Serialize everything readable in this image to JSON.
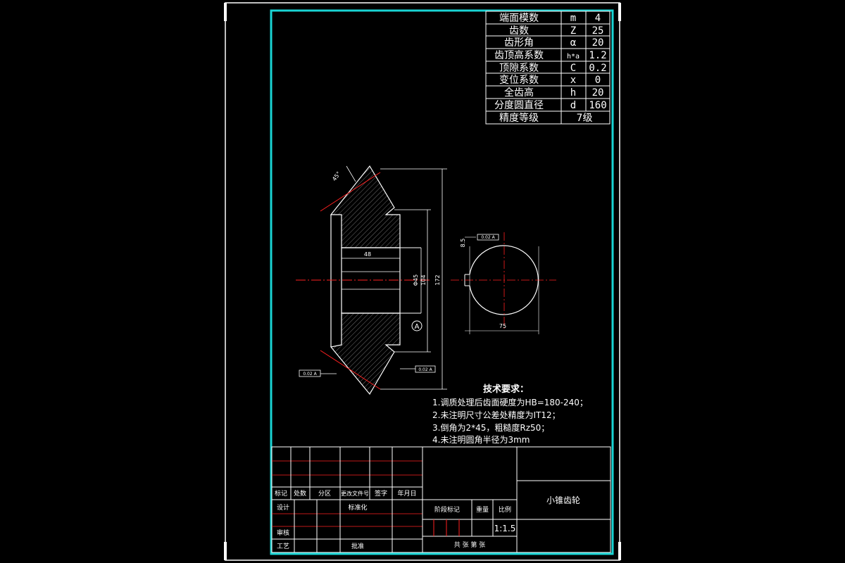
{
  "params_table": {
    "rows": [
      {
        "name": "端面模数",
        "symbol": "m",
        "value": "4"
      },
      {
        "name": "齿数",
        "symbol": "Z",
        "value": "25"
      },
      {
        "name": "齿形角",
        "symbol": "α",
        "value": "20"
      },
      {
        "name": "齿顶高系数",
        "symbol": "h*a",
        "value": "1.2"
      },
      {
        "name": "顶隙系数",
        "symbol": "C",
        "value": "0.2"
      },
      {
        "name": "变位系数",
        "symbol": "x",
        "value": "0"
      },
      {
        "name": "全齿高",
        "symbol": "h",
        "value": "20"
      },
      {
        "name": "分度圆直径",
        "symbol": "d",
        "value": "160"
      }
    ],
    "grade_label": "精度等级",
    "grade_value": "7级"
  },
  "dimensions": {
    "bore_length": "48",
    "dia_172": "172",
    "dia_104": "104",
    "dia_bore": "Φ45",
    "keyway_width": "8.5",
    "keyway_depth": "75",
    "datum": "A",
    "tol_frame": "0.02 A",
    "tol_frame_2": "0.02 A",
    "tol_frame_3": "0.02 A",
    "angle": "45°"
  },
  "tech_req": {
    "title": "技术要求：",
    "items": [
      "1.调质处理后齿面硬度为HB=180-240；",
      "2.未注明尺寸公差处精度为IT12；",
      "3.倒角为2*45，粗糙度Rz50；",
      "4.未注明圆角半径为3mm"
    ]
  },
  "title_block": {
    "part_name": "小锥齿轮",
    "scale": "1:1.5",
    "headers": [
      "标记",
      "处数",
      "分区",
      "更改文件号",
      "签字",
      "年月日"
    ],
    "roles": [
      "设计",
      "标准化",
      "审核",
      "工艺",
      "批准"
    ],
    "stage_label": "阶段标记",
    "weight_label": "重量",
    "scale_label": "比例",
    "sheet_label": "共  张  第  张"
  },
  "colors": {
    "border": "#ffffff",
    "frame": "#19d4d4",
    "red": "#ff2020",
    "hatch": "#d0d0d0"
  }
}
